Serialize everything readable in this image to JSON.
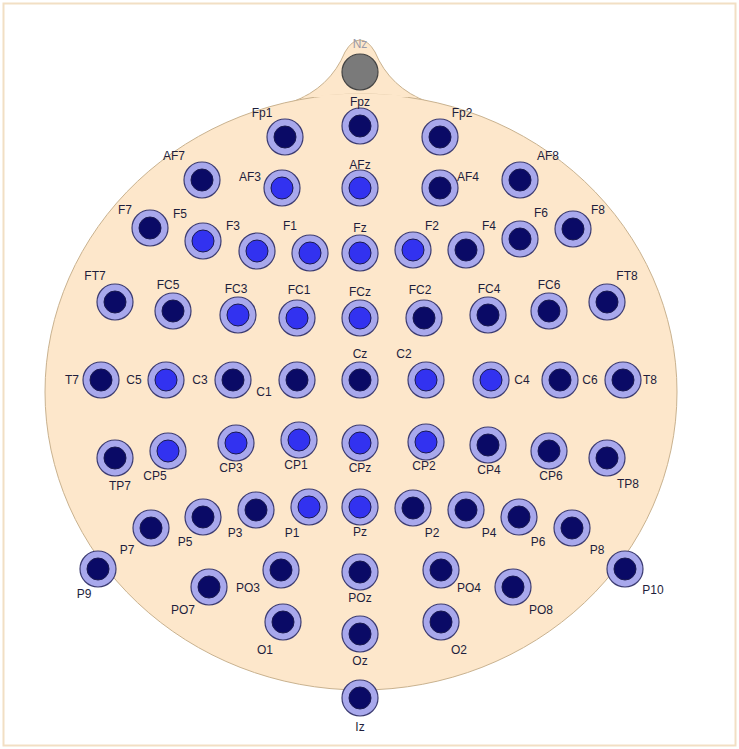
{
  "diagram": {
    "nodes": [
      {
        "text": [
          "Nz"
        ]
      },
      {
        "text": [
          "Fp1"
        ]
      },
      {
        "text": [
          "Fpz"
        ]
      },
      {
        "text": [
          "Fp2"
        ]
      },
      {
        "text": [
          "AF7"
        ]
      },
      {
        "text": [
          "AF3"
        ]
      },
      {
        "text": [
          "AFz"
        ]
      },
      {
        "text": [
          "AF4"
        ]
      },
      {
        "text": [
          "AF8"
        ]
      },
      {
        "text": [
          "F7"
        ]
      },
      {
        "text": [
          "F5"
        ]
      },
      {
        "text": [
          "F3"
        ]
      },
      {
        "text": [
          "F1"
        ]
      },
      {
        "text": [
          "Fz"
        ]
      },
      {
        "text": [
          "F2"
        ]
      },
      {
        "text": [
          "F4"
        ]
      },
      {
        "text": [
          "F6"
        ]
      },
      {
        "text": [
          "F8"
        ]
      },
      {
        "text": [
          "FT7"
        ]
      },
      {
        "text": [
          "FC5"
        ]
      },
      {
        "text": [
          "FC3"
        ]
      },
      {
        "text": [
          "FC1"
        ]
      },
      {
        "text": [
          "FCz"
        ]
      },
      {
        "text": [
          "FC2"
        ]
      },
      {
        "text": [
          "FC4"
        ]
      },
      {
        "text": [
          "FC6"
        ]
      },
      {
        "text": [
          "FT8"
        ]
      },
      {
        "text": [
          "T7"
        ]
      },
      {
        "text": [
          "C5"
        ]
      },
      {
        "text": [
          "C3"
        ]
      },
      {
        "text": [
          "C1"
        ]
      },
      {
        "text": [
          "Cz"
        ]
      },
      {
        "text": [
          "C2"
        ]
      },
      {
        "text": [
          "C4"
        ]
      },
      {
        "text": [
          "C6"
        ]
      },
      {
        "text": [
          "T8"
        ]
      },
      {
        "text": [
          "TP7"
        ]
      },
      {
        "text": [
          "CP5"
        ]
      },
      {
        "text": [
          "CP3"
        ]
      },
      {
        "text": [
          "CP1"
        ]
      },
      {
        "text": [
          "CPz"
        ]
      },
      {
        "text": [
          "CP2"
        ]
      },
      {
        "text": [
          "CP4"
        ]
      },
      {
        "text": [
          "CP6"
        ]
      },
      {
        "text": [
          "TP8"
        ]
      },
      {
        "text": [
          "P7"
        ]
      },
      {
        "text": [
          "P5"
        ]
      },
      {
        "text": [
          "P3"
        ]
      },
      {
        "text": [
          "P1"
        ]
      },
      {
        "text": [
          "Pz"
        ]
      },
      {
        "text": [
          "P2"
        ]
      },
      {
        "text": [
          "P4"
        ]
      },
      {
        "text": [
          "P6"
        ]
      },
      {
        "text": [
          "P8"
        ]
      },
      {
        "text": [
          "P9"
        ]
      },
      {
        "text": [
          "P10"
        ]
      },
      {
        "text": [
          "PO7"
        ]
      },
      {
        "text": [
          "PO3"
        ]
      },
      {
        "text": [
          "POz"
        ]
      },
      {
        "text": [
          "PO4"
        ]
      },
      {
        "text": [
          "PO8"
        ]
      },
      {
        "text": [
          "O1"
        ]
      },
      {
        "text": [
          "Oz"
        ]
      },
      {
        "text": [
          "O2"
        ]
      },
      {
        "text": [
          "Iz"
        ]
      }
    ]
  }
}
